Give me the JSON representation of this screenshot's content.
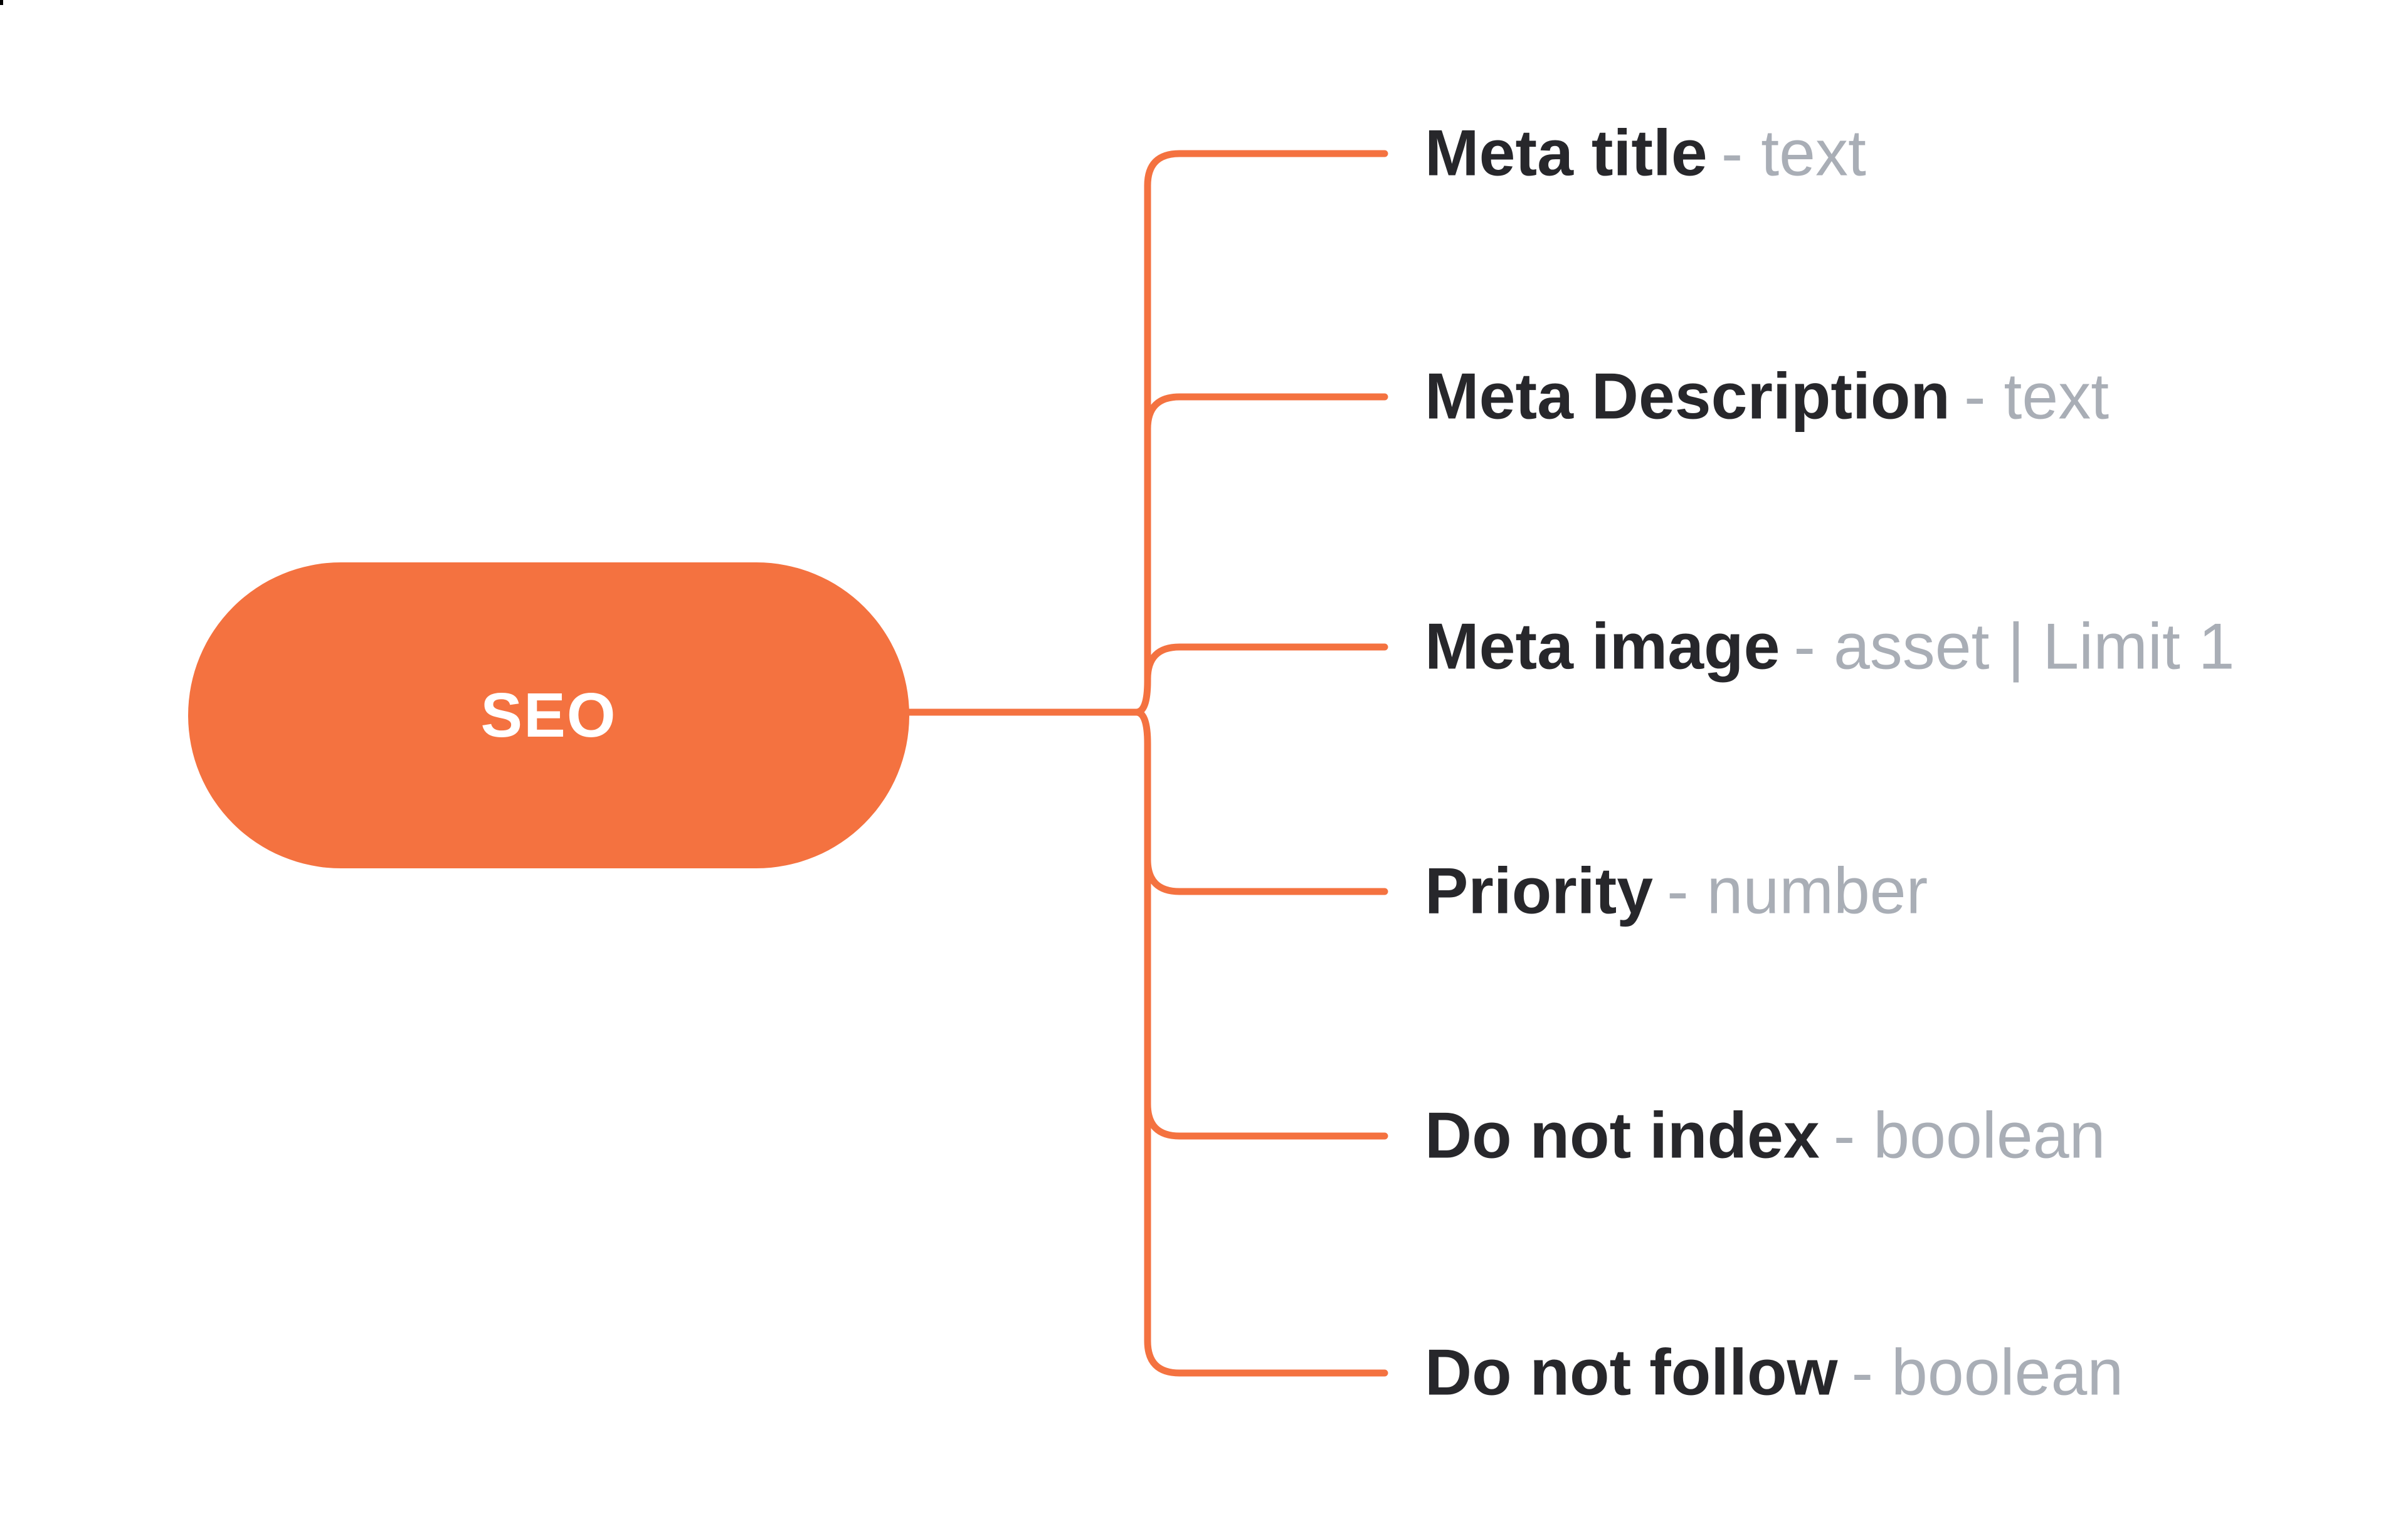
{
  "root": {
    "label": "SEO"
  },
  "children": [
    {
      "name": "Meta title",
      "type_text": "- text"
    },
    {
      "name": "Meta Description",
      "type_text": "- text"
    },
    {
      "name": "Meta image",
      "type_text": "- asset | Limit 1"
    },
    {
      "name": "Priority",
      "type_text": "- number"
    },
    {
      "name": "Do not index",
      "type_text": "- boolean"
    },
    {
      "name": "Do not follow",
      "type_text": "- boolean"
    }
  ],
  "colors": {
    "accent": "#F47240",
    "field_name": "#27272B",
    "field_type": "#A9AEB6",
    "root_label_text": "#FFFFFF",
    "background": "#FFFFFF"
  }
}
